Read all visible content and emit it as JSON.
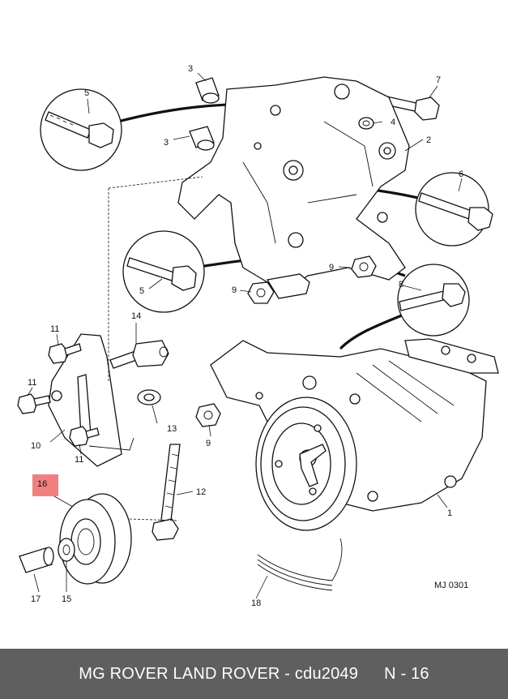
{
  "diagram": {
    "callouts": {
      "c1": "1",
      "c2": "2",
      "c3a": "3",
      "c3b": "3",
      "c4": "4",
      "c5a": "5",
      "c5b": "5",
      "c6": "6",
      "c7": "7",
      "c8": "8",
      "c9a": "9",
      "c9b": "9",
      "c9c": "9",
      "c10": "10",
      "c11a": "11",
      "c11b": "11",
      "c11c": "11",
      "c12": "12",
      "c13": "13",
      "c14": "14",
      "c15": "15",
      "c16": "16",
      "c17": "17",
      "c18": "18"
    },
    "figure_code": "MJ 0301",
    "highlight_color": "#f08080"
  },
  "footer": {
    "brand": "MG ROVER LAND ROVER - cdu2049",
    "page": "N - 16"
  }
}
